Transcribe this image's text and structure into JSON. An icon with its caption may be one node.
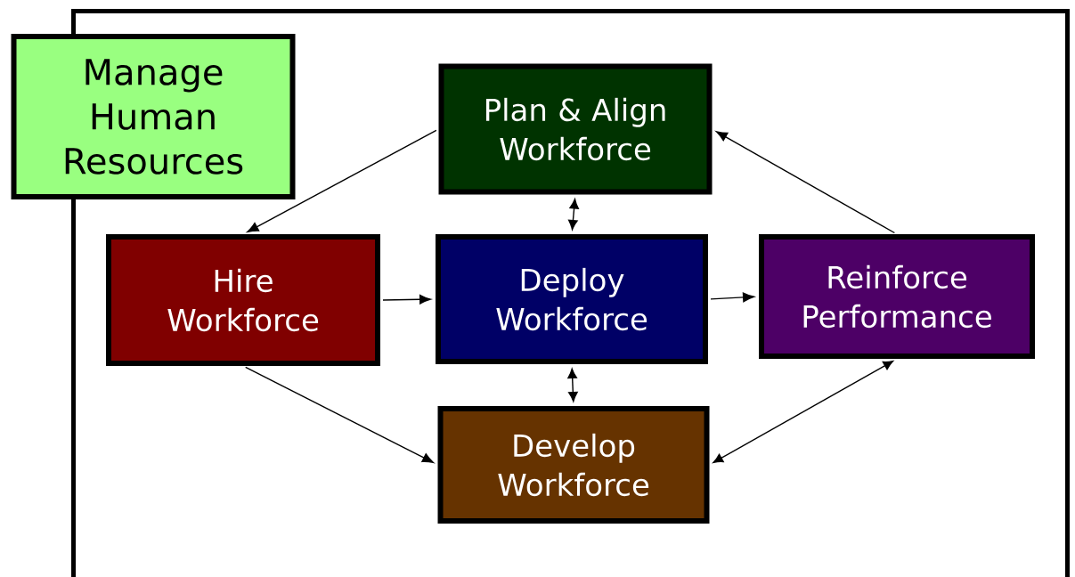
{
  "diagram": {
    "nodes": [
      {
        "text": [
          "Manage Human Resources"
        ]
      },
      {
        "text": [
          "Plan & Align Workforce"
        ]
      },
      {
        "text": [
          "Hire Workforce"
        ]
      },
      {
        "text": [
          "Deploy Workforce"
        ]
      },
      {
        "text": [
          "Reinforce Performance"
        ]
      },
      {
        "text": [
          "Develop Workforce"
        ]
      }
    ],
    "edges": [
      {
        "from": 1,
        "to": 2,
        "arrow": "to"
      },
      {
        "from": 4,
        "to": 1,
        "arrow": "to"
      },
      {
        "from": 2,
        "to": 3,
        "arrow": "to"
      },
      {
        "from": 3,
        "to": 4,
        "arrow": "to"
      },
      {
        "from": 1,
        "to": 3,
        "arrow": "both"
      },
      {
        "from": 3,
        "to": 5,
        "arrow": "both"
      },
      {
        "from": 2,
        "to": 5,
        "arrow": "to"
      },
      {
        "from": 5,
        "to": 4,
        "arrow": "both"
      }
    ]
  }
}
